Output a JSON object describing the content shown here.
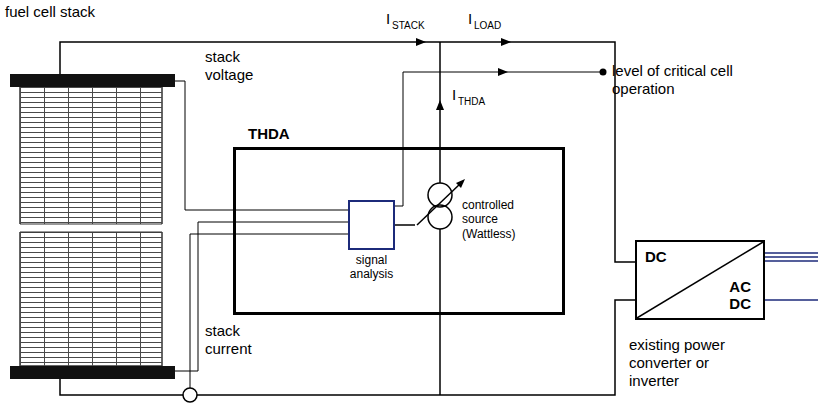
{
  "diagram": {
    "nodes": [
      {
        "text": [
          "THDA"
        ]
      },
      {
        "text": [
          "signal analysis"
        ],
        "in": 0
      },
      {
        "text": [
          "controlled source (Wattless)"
        ],
        "in": 0
      },
      {
        "text": [
          "DC",
          "AC DC",
          "existing power converter or inverter"
        ]
      }
    ],
    "edges": [
      {
        "from": 1,
        "to": 2,
        "arrow": "none"
      }
    ],
    "labels": [
      "fuel cell stack",
      "I",
      "STACK",
      "I",
      "LOAD",
      "level of critical cell operation",
      "stack voltage",
      "I",
      "THDA",
      "stack current"
    ]
  }
}
